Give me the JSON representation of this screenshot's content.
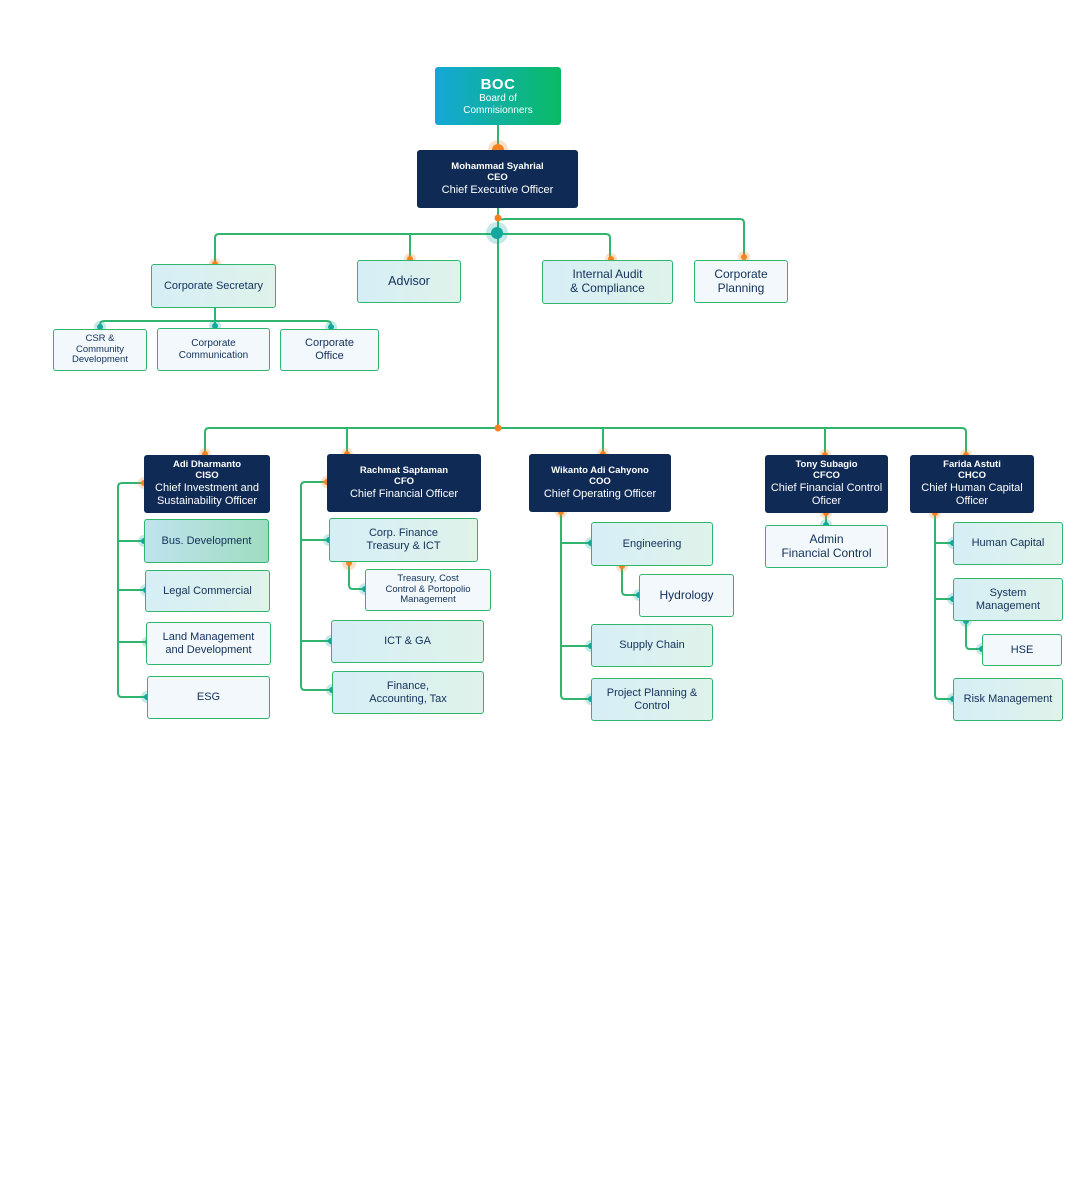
{
  "colors": {
    "navy": "#0e2a55",
    "line_green": "#2fb56e",
    "node_orange": "#f58220",
    "node_teal": "#13a89e",
    "boc_blue": "#14a7d8",
    "boc_green": "#0bbb63"
  },
  "boc": {
    "title": "BOC",
    "line1": "Board of",
    "line2": "Commisionners"
  },
  "ceo": {
    "name": "Mohammad Syahrial",
    "abbr": "CEO",
    "role": "Chief Executive Officer"
  },
  "top_units": {
    "corporate_secretary": "Corporate Secretary",
    "advisor": "Advisor",
    "internal_audit_1": "Internal Audit",
    "internal_audit_2": "& Compliance",
    "corporate_planning_1": "Corporate",
    "corporate_planning_2": "Planning"
  },
  "secretary_units": {
    "csr_1": "CSR &",
    "csr_2": "Community",
    "csr_3": "Development",
    "comm_1": "Corporate",
    "comm_2": "Communication",
    "office_1": "Corporate",
    "office_2": "Office"
  },
  "ciso": {
    "name": "Adi Dharmanto",
    "abbr": "CISO",
    "role_1": "Chief Investment and",
    "role_2": "Sustainability Officer",
    "units": {
      "bus_dev": "Bus. Development",
      "legal": "Legal Commercial",
      "land_1": "Land Management",
      "land_2": "and Development",
      "esg": "ESG"
    }
  },
  "cfo": {
    "name": "Rachmat Saptaman",
    "abbr": "CFO",
    "role": "Chief Financial Officer",
    "units": {
      "corp_fin_1": "Corp. Finance",
      "corp_fin_2": "Treasury & ICT",
      "treasury_1": "Treasury, Cost",
      "treasury_2": "Control & Portopolio",
      "treasury_3": "Management",
      "ict": "ICT & GA",
      "fat_1": "Finance,",
      "fat_2": "Accounting, Tax"
    }
  },
  "coo": {
    "name": "Wikanto Adi Cahyono",
    "abbr": "COO",
    "role": "Chief Operating Officer",
    "units": {
      "engineering": "Engineering",
      "hydrology": "Hydrology",
      "supply": "Supply Chain",
      "ppc_1": "Project Planning &",
      "ppc_2": "Control"
    }
  },
  "cfco": {
    "name": "Tony Subagio",
    "abbr": "CFCO",
    "role_1": "Chief Financial Control",
    "role_2": "Oficer",
    "units": {
      "admin_1": "Admin",
      "admin_2": "Financial Control"
    }
  },
  "chco": {
    "name": "Farida Astuti",
    "abbr": "CHCO",
    "role_1": "Chief Human Capital",
    "role_2": "Officer",
    "units": {
      "human_capital": "Human Capital",
      "sysmgmt_1": "System",
      "sysmgmt_2": "Management",
      "hse": "HSE",
      "risk": "Risk Management"
    }
  }
}
